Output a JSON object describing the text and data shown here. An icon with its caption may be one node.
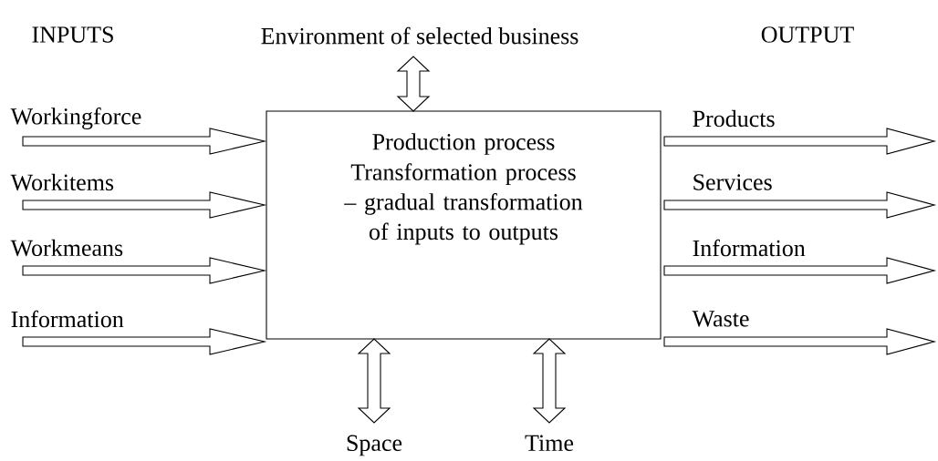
{
  "diagram": {
    "nodes": [
      {
        "text": [
          "Environment of selected business"
        ]
      },
      {
        "text": [
          "Production process",
          "Transformation process – gradual transformation of inputs to outputs"
        ]
      },
      {
        "text": [
          "Space"
        ]
      },
      {
        "text": [
          "Time"
        ]
      }
    ],
    "edges": [
      {
        "from": 0,
        "to": 1,
        "arrow": "both"
      },
      {
        "from": null,
        "to": 1,
        "arrow": "to",
        "label": "Workingforce"
      },
      {
        "from": null,
        "to": 1,
        "arrow": "to",
        "label": "Workitems"
      },
      {
        "from": null,
        "to": 1,
        "arrow": "to",
        "label": "Workmeans"
      },
      {
        "from": null,
        "to": 1,
        "arrow": "to",
        "label": "Information"
      },
      {
        "from": 1,
        "to": null,
        "arrow": "to",
        "label": "Products"
      },
      {
        "from": 1,
        "to": null,
        "arrow": "to",
        "label": "Services"
      },
      {
        "from": 1,
        "to": null,
        "arrow": "to",
        "label": "Information"
      },
      {
        "from": 1,
        "to": null,
        "arrow": "to",
        "label": "Waste"
      },
      {
        "from": 1,
        "to": 2,
        "arrow": "both"
      },
      {
        "from": 1,
        "to": 3,
        "arrow": "both"
      }
    ],
    "labels": [
      "INPUTS",
      "OUTPUT"
    ]
  }
}
